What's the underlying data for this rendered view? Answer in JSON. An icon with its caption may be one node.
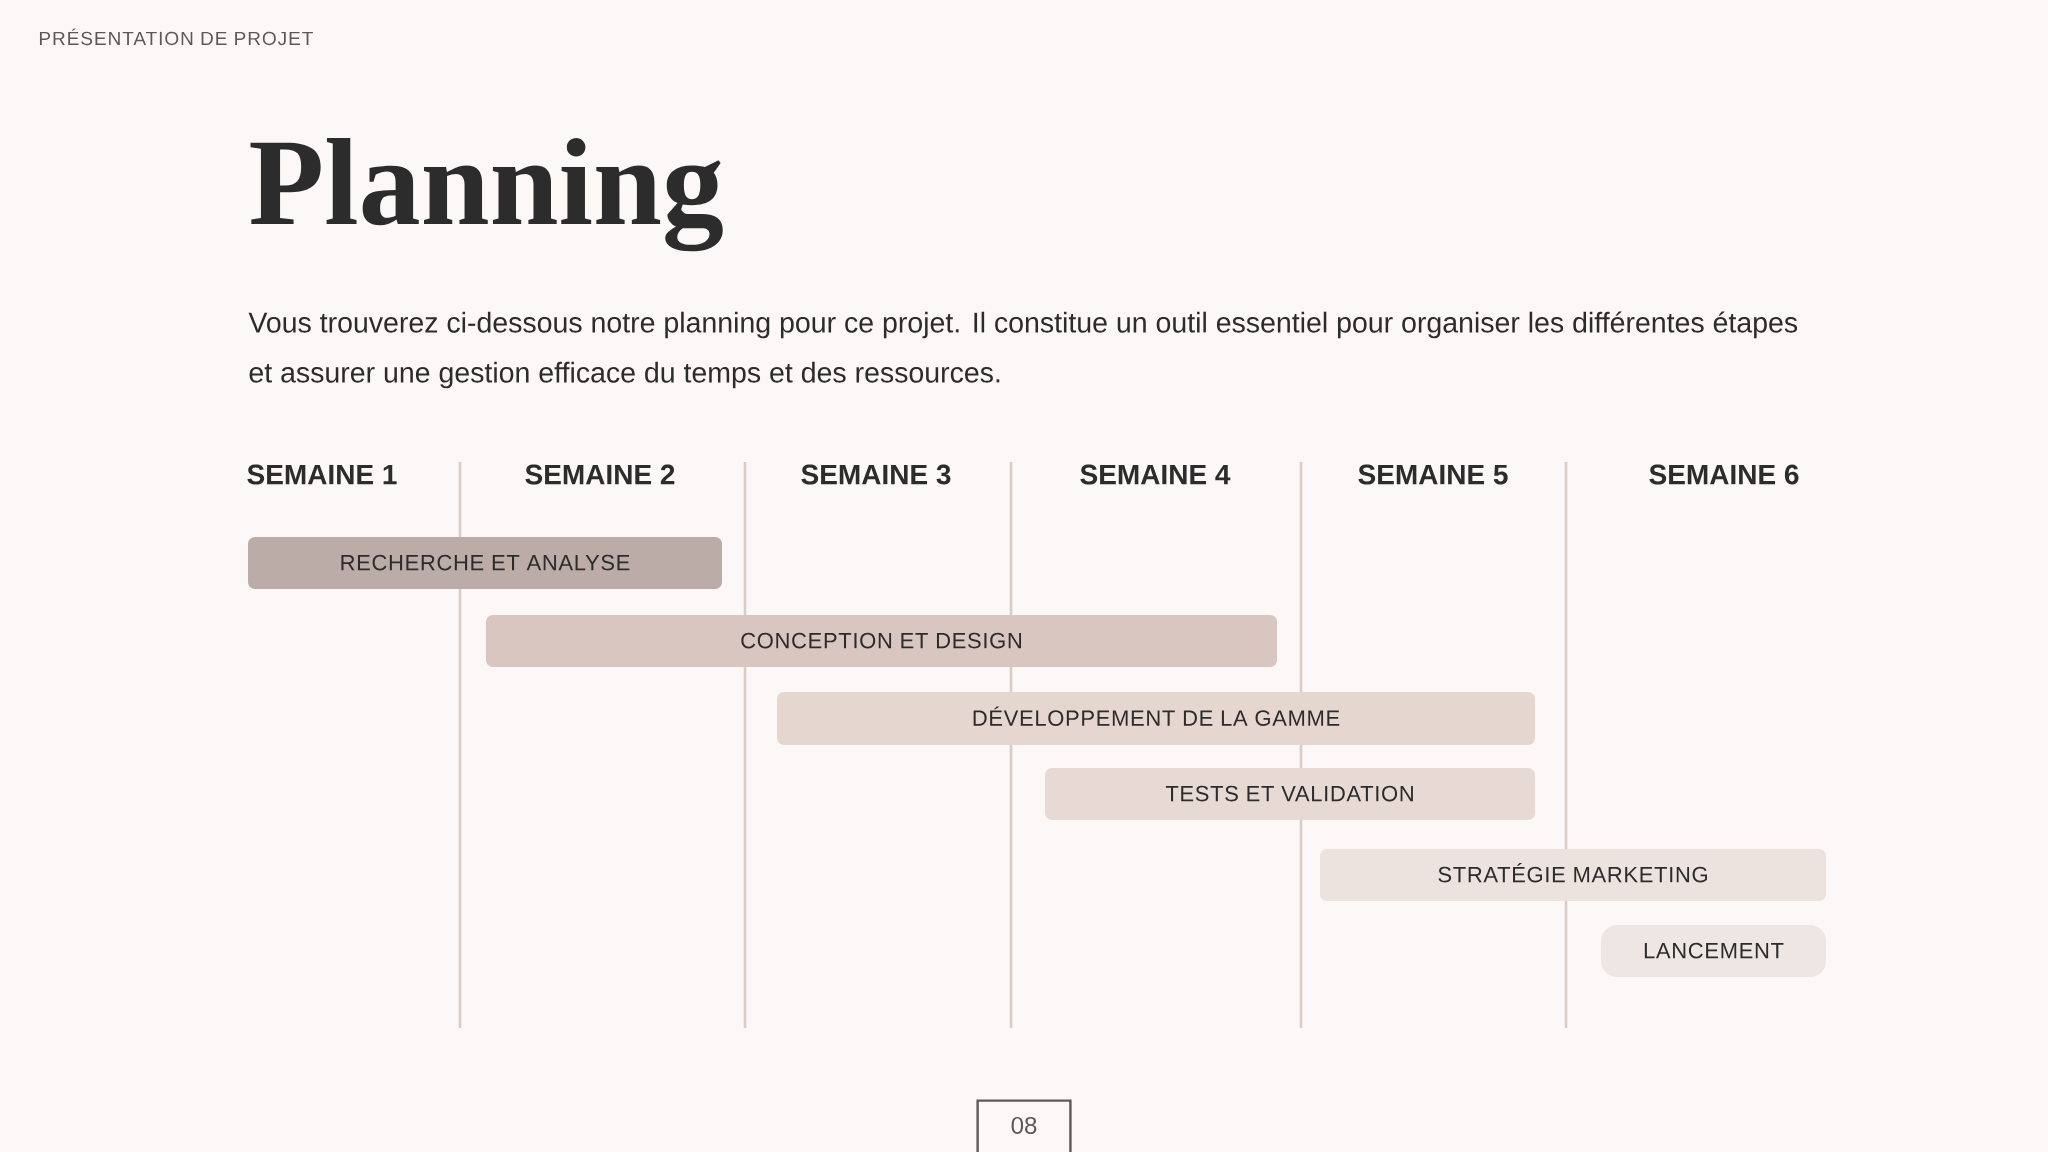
{
  "diagram": {
    "title": "Planning",
    "nodes": [
      {
        "text": [
          "RECHERCHE ET ANALYSE"
        ]
      },
      {
        "text": [
          "CONCEPTION ET DESIGN"
        ]
      },
      {
        "text": [
          "DÉVELOPPEMENT DE LA GAMME"
        ]
      },
      {
        "text": [
          "TESTS ET VALIDATION"
        ]
      },
      {
        "text": [
          "STRATÉGIE MARKETING"
        ]
      },
      {
        "text": [
          "LANCEMENT"
        ]
      },
      {
        "text": [
          "08"
        ]
      }
    ],
    "labels": [
      "PRÉSENTATION DE PROJET",
      "Vous trouverez ci-dessous notre planning pour ce projet. Il constitue un outil essentiel pour organiser les différentes étapes et assurer une gestion efficace du temps et des ressources.",
      "SEMAINE 1",
      "SEMAINE 2",
      "SEMAINE 3",
      "SEMAINE 4",
      "SEMAINE 5",
      "SEMAINE 6"
    ]
  }
}
